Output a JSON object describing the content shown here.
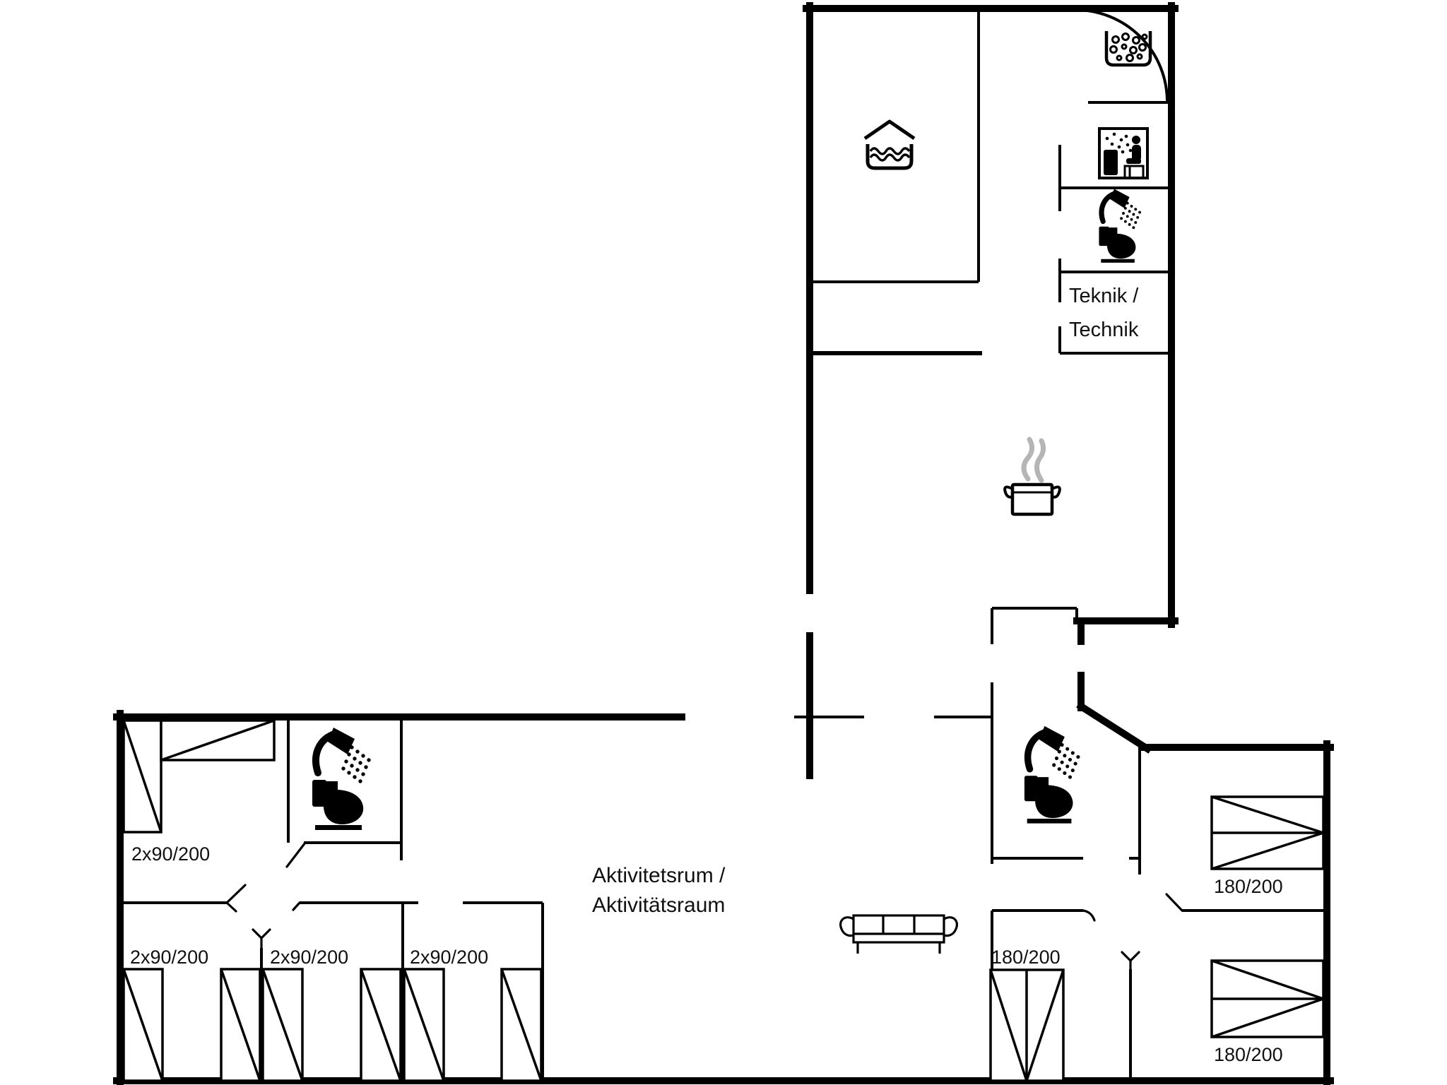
{
  "floorplan": {
    "room_labels": {
      "teknik": {
        "line1": "Teknik /",
        "line2": "Technik"
      },
      "activity": {
        "line1": "Aktivitetsrum /",
        "line2": "Aktivitätsraum"
      }
    },
    "bed_labels": {
      "nw_bedroom": "2x90/200",
      "south_bedroom_1": "2x90/200",
      "south_bedroom_2": "2x90/200",
      "south_bedroom_3": "2x90/200",
      "east_bedroom_top": "180/200",
      "east_bedroom_bottom": "180/200",
      "southeast_bedroom": "180/200"
    },
    "icons": {
      "pool-icon": "covered pool / hot tub basin with waves",
      "whirlpool-icon": "basin with bubbles",
      "sauna-icon": "sauna stove with seated person",
      "shower-toilet-icon": "shower head with spray above toilet",
      "cooking-pot-icon": "pot with steam (kitchen)",
      "sofa-icon": "three-seat sofa",
      "entrance-door-icon": "door swing arc",
      "bed-icon": "bed rectangle with diagonal"
    },
    "colors": {
      "walls": "#000000",
      "background": "#ffffff",
      "steam": "#b5b5b5",
      "text": "#111111"
    }
  }
}
